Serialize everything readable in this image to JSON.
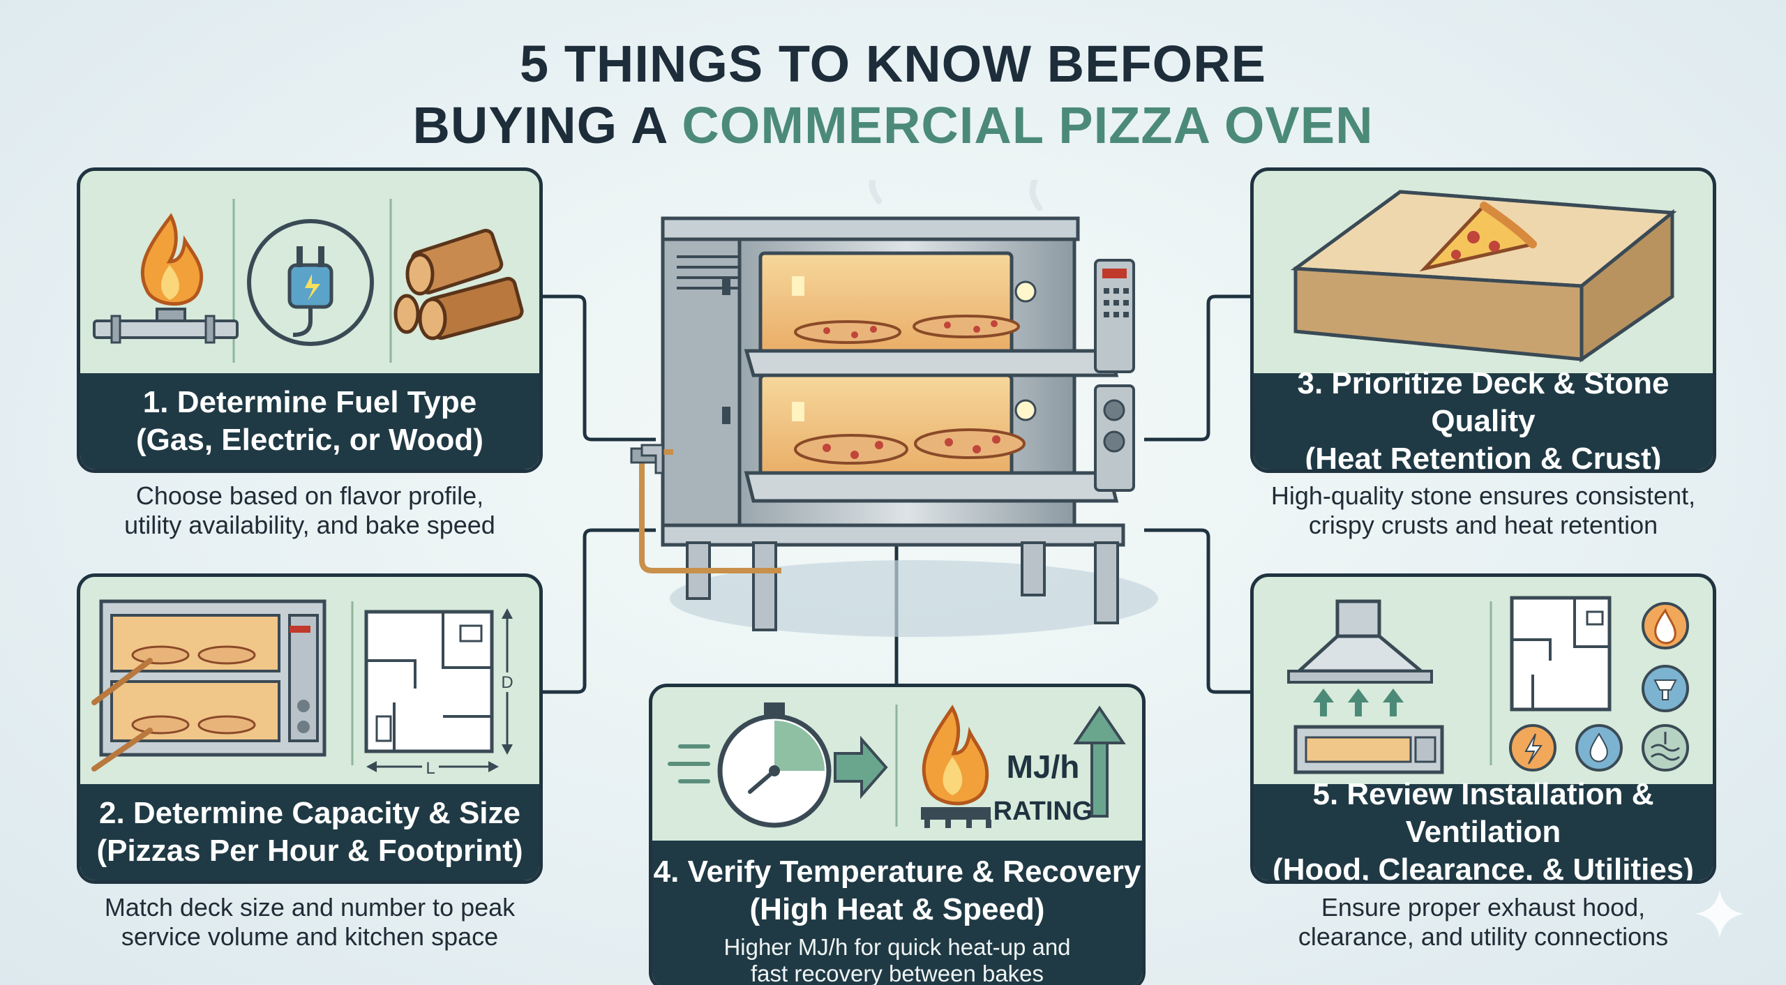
{
  "title": {
    "line1": "5 THINGS TO KNOW BEFORE",
    "line2_prefix": "BUYING A",
    "line2_accent": "COMMERCIAL PIZZA OVEN"
  },
  "cards": [
    {
      "heading_line1": "1. Determine Fuel Type",
      "heading_line2": "(Gas, Electric, or Wood)",
      "description_line1": "Choose based on flavor profile,",
      "description_line2": "utility availability, and bake speed"
    },
    {
      "heading_line1": "2. Determine Capacity & Size",
      "heading_line2": "(Pizzas Per Hour & Footprint)",
      "description_line1": "Match deck size and number to peak",
      "description_line2": "service volume and kitchen space",
      "dimension_d": "D",
      "dimension_l": "L"
    },
    {
      "heading_line1": "3. Prioritize Deck & Stone Quality",
      "heading_line2": "(Heat Retention & Crust)",
      "description_line1": "High-quality stone ensures consistent,",
      "description_line2": "crispy crusts and heat retention"
    },
    {
      "heading_line1": "4. Verify Temperature & Recovery",
      "heading_line2": "(High Heat & Speed)",
      "description_line1": "Higher MJ/h for quick heat-up and",
      "description_line2": "fast recovery between bakes",
      "rating_unit": "MJ/h",
      "rating_label": "RATING"
    },
    {
      "heading_line1": "5. Review Installation & Ventilation",
      "heading_line2": "(Hood, Clearance, & Utilities)",
      "description_line1": "Ensure proper exhaust hood,",
      "description_line2": "clearance, and utility connections"
    }
  ],
  "colors": {
    "card_bg": "#d7eadb",
    "bar_bg": "#1f3a45",
    "accent": "#4c8a78",
    "outline": "#1f3340"
  },
  "icons": [
    "gas-flame-icon",
    "electric-plug-icon",
    "firewood-icon",
    "pizza-oven-icon",
    "floor-plan-icon",
    "pizza-stone-icon",
    "stopwatch-icon",
    "flame-burner-icon",
    "exhaust-hood-icon",
    "fire-badge-icon",
    "vent-badge-icon",
    "power-badge-icon",
    "water-badge-icon",
    "gas-badge-icon"
  ]
}
